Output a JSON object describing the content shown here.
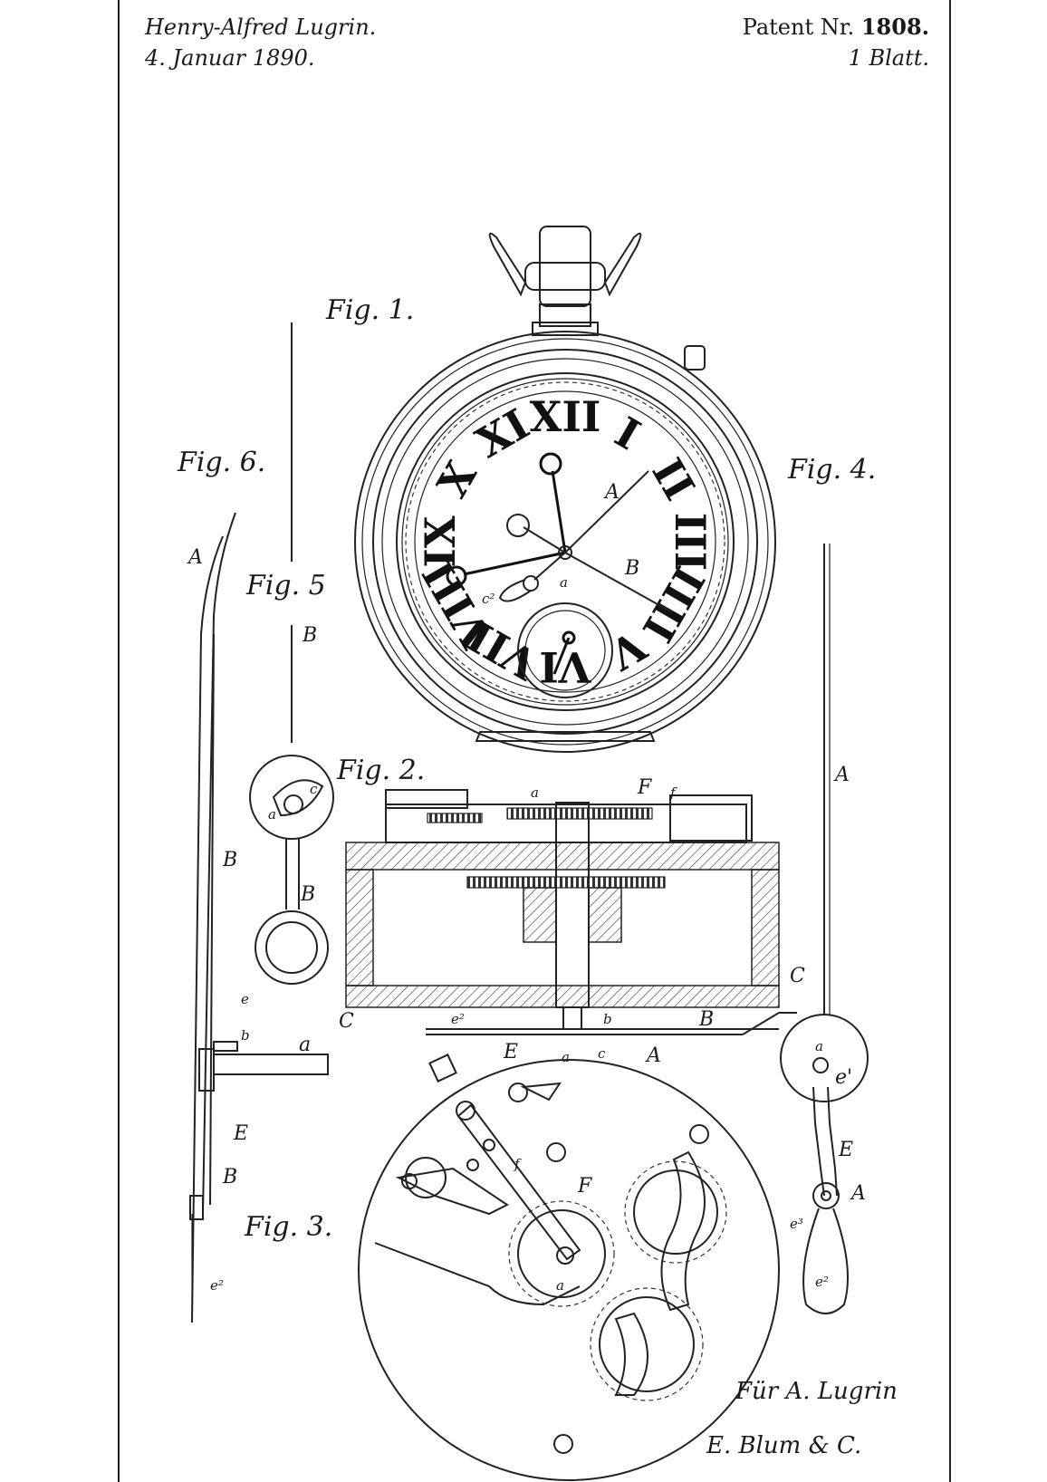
{
  "header": {
    "inventor": "Henry-Alfred Lugrin.",
    "date": "4. Januar 1890.",
    "patent_prefix": "Patent Nr.",
    "patent_number": "1808.",
    "sheet": "1 Blatt."
  },
  "figures": {
    "fig1": {
      "label": "Fig. 1."
    },
    "fig2": {
      "label": "Fig. 2."
    },
    "fig3": {
      "label": "Fig. 3."
    },
    "fig4": {
      "label": "Fig. 4."
    },
    "fig5": {
      "label": "Fig. 5"
    },
    "fig6": {
      "label": "Fig. 6."
    }
  },
  "dial_numerals": [
    "XII",
    "I",
    "II",
    "III",
    "IIII",
    "V",
    "VI",
    "VII",
    "VIII",
    "IX",
    "X",
    "XI"
  ],
  "reference_letters": {
    "A": "A",
    "B": "B",
    "C": "C",
    "E": "E",
    "F": "F",
    "a": "a",
    "b": "b",
    "c": "c",
    "e": "e",
    "f": "f",
    "e1": "e'",
    "e2": "e²",
    "e3": "e³",
    "c2": "c²"
  },
  "signature": {
    "line1": "Für A. Lugrin",
    "line2": "E. Blum & C."
  }
}
